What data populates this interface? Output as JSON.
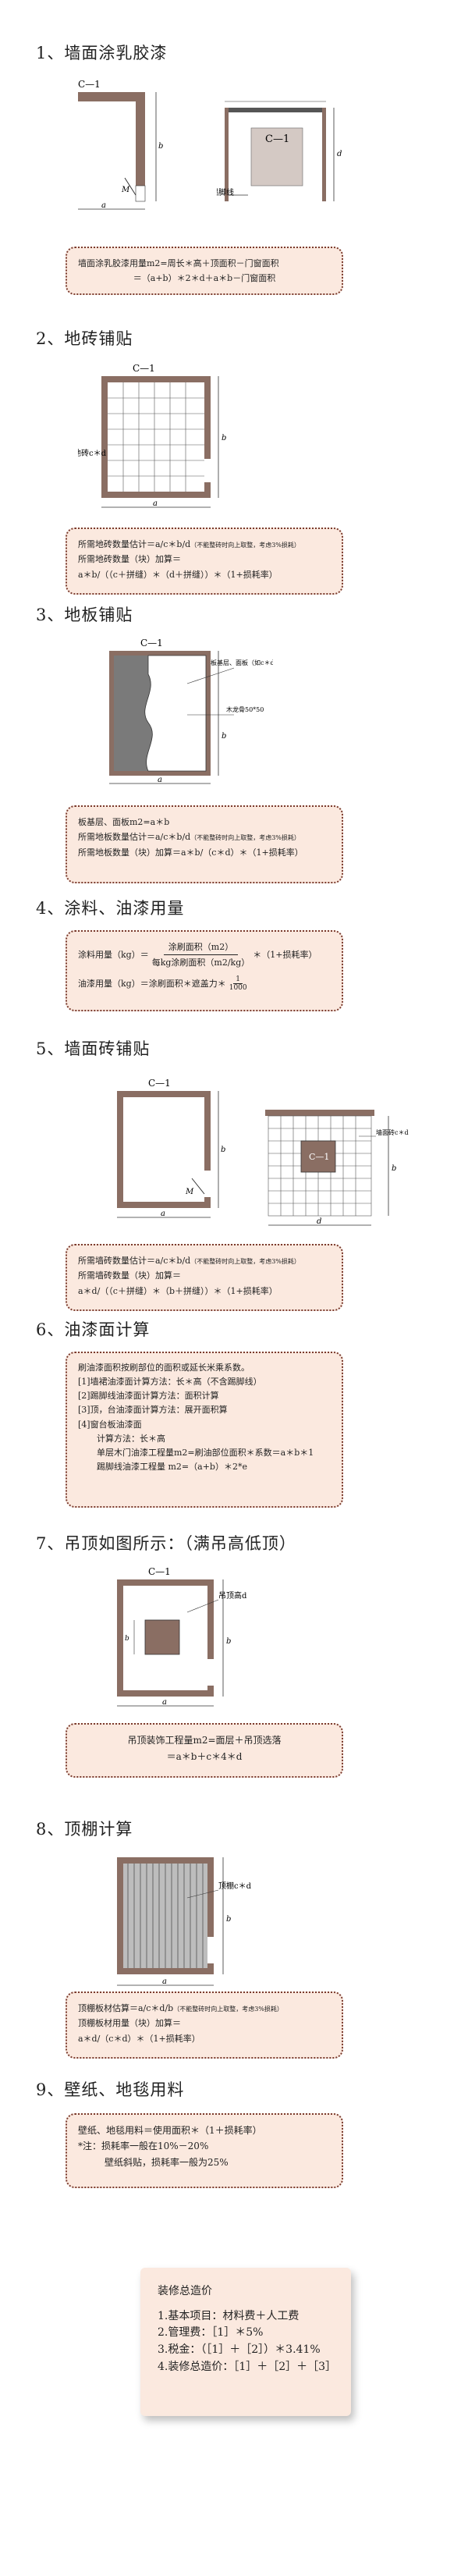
{
  "sections": [
    {
      "title": "1、墙面涂乳胶漆"
    },
    {
      "title": "2、地砖铺贴"
    },
    {
      "title": "3、地板铺贴"
    },
    {
      "title": "4、涂料、油漆用量"
    },
    {
      "title": "5、墙面砖铺贴"
    },
    {
      "title": "6、油漆面计算"
    },
    {
      "title": "7、吊顶如图所示：（满吊高低顶）"
    },
    {
      "title": "8、顶棚计算"
    },
    {
      "title": "9、壁纸、地毯用料"
    }
  ],
  "labels": {
    "c1": "C—1",
    "a": "a",
    "b": "b",
    "d": "d",
    "m": "M",
    "skirting": "踢脚线",
    "floor_tile": "地砖c＊d",
    "board_label": "板基层、面板（如c＊d）",
    "keel": "木龙骨50*50",
    "wall_tile": "墙面砖c＊d",
    "ceiling": "吊顶高d",
    "ceiling_panel": "顶棚c＊d"
  },
  "s1": {
    "line1": "墙面涂乳胶漆用量m2=周长＊高＋顶面积－门窗面积",
    "line2": "＝（a+b）＊2＊d＋a＊b－门窗面积"
  },
  "s2": {
    "line1": "所需地砖数量估计＝a/c＊b/d",
    "line1_note": "（不能整砖时向上取整，考虑3%损耗）",
    "line2": "所需地砖数量（块）加算＝",
    "line3": "a＊b/（（c＋拼缝）＊（d＋拼缝））＊（1+损耗率）"
  },
  "s3": {
    "line1": "板基层、面板m2=a＊b",
    "line2": "所需地板数量估计＝a/c＊b/d",
    "line2_note": "（不能整砖时向上取整，考虑3%损耗）",
    "line3": "所需地板数量（块）加算＝a＊b/（c＊d）＊（1+损耗率）"
  },
  "s4": {
    "lhs": "涂料用量（kg）＝",
    "num": "涂刷面积（m2）",
    "den": "每kg涂刷面积（m2/kg）",
    "tail": "＊（1+损耗率）",
    "line2": "油漆用量（kg）＝涂刷面积＊遮盖力＊",
    "frac_num": "1",
    "frac_den": "1000"
  },
  "s5": {
    "line1": "所需墙砖数量估计＝a/c＊b/d",
    "line1_note": "（不能整砖时向上取整，考虑3%损耗）",
    "line2": "所需墙砖数量（块）加算＝",
    "line3": "a＊d/（（c＋拼缝）＊（b＋拼缝））＊（1+损耗率）"
  },
  "s6": {
    "line1": "刷油漆面积按刷部位的面积或延长米乘系数。",
    "line2": "[1]墙裙油漆面计算方法：长＊高（不含踢脚线）",
    "line3": "[2]踢脚线油漆面计算方法：面积计算",
    "line4": "[3]顶，台油漆面计算方法：展开面积算",
    "line5": "[4]窗台板油漆面",
    "line6": "计算方法：长＊高",
    "line7": "单层木门油漆工程量m2=刷油部位面积＊系数＝a＊b＊1",
    "line8": "踢脚线油漆工程量 m2=（a+b）＊2*e"
  },
  "s7": {
    "line1": "吊顶装饰工程量m2=面层＋吊顶选落",
    "line2": "＝a＊b＋c＊4＊d"
  },
  "s8": {
    "line1": "顶棚板材估算＝a/c＊d/b",
    "line1_note": "（不能整砖时向上取整，考虑3%损耗）",
    "line2": "顶棚板材用量（块）加算＝",
    "line3": "a＊d/（c＊d）＊（1+损耗率）"
  },
  "s9": {
    "line1": "壁纸、地毯用料＝使用面积＊（1＋损耗率）",
    "line2": "*注：损耗率一般在10%－20%",
    "line3": "壁纸斜贴，损耗率一般为25%"
  },
  "total": {
    "title": "装修总造价",
    "line1": "1.基本项目：材料费＋人工费",
    "line2": "2.管理费：［1］＊5%",
    "line3": "3.税金：（［1］＋［2］）＊3.41%",
    "line4": "4.装修总造价：［1］＋［2］＋［3］"
  },
  "colors": {
    "wall": "#8a6e63",
    "box_fill": "#fbe9df",
    "box_border": "#7a3b2e",
    "panel": "#d4c9c4"
  }
}
